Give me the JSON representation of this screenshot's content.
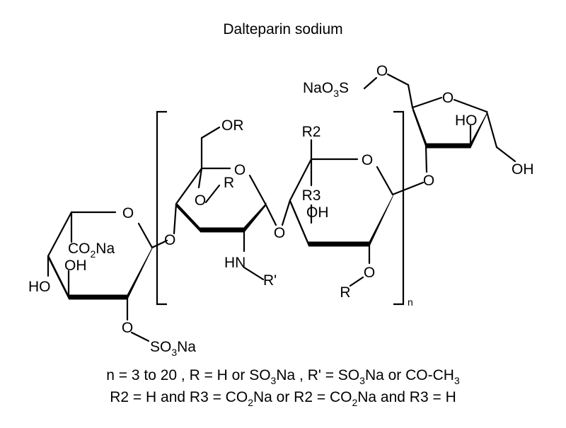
{
  "title": "Dalteparin sodium",
  "labels": {
    "ring1_o": "O",
    "ring1_co2na_a": "CO",
    "ring1_co2na_sub": "2",
    "ring1_co2na_b": "Na",
    "ring1_oh": "OH",
    "ring1_ho": "HO",
    "ring1_o_link": "O",
    "ring1_oso3_o": "O",
    "ring1_so3na_a": "SO",
    "ring1_so3na_sub": "3",
    "ring1_so3na_b": "Na",
    "ring2_or": "OR",
    "ring2_o": "O",
    "ring2_o_r": "O",
    "ring2_r": "R",
    "ring2_hn": "HN",
    "ring2_rprime": "R'",
    "ring2_o_link": "O",
    "ring3_r2": "R2",
    "ring3_o": "O",
    "ring3_r3": "R3",
    "ring3_oh": "OH",
    "ring3_o_bottom": "O",
    "ring3_r": "R",
    "repeat_n": "n",
    "ring3_o_link": "O",
    "ring4_naoso_a": "NaO",
    "ring4_naoso_sub": "3",
    "ring4_naoso_b": "S",
    "ring4_o_top": "O",
    "ring4_o": "O",
    "ring4_ho": "HO",
    "ring4_oh": "OH"
  },
  "footer": {
    "line1_a": "n = 3 to 20  ,  R = H or SO",
    "line1_sub1": "3",
    "line1_b": "Na ,  R' = SO",
    "line1_sub2": "3",
    "line1_c": "Na or CO-CH",
    "line1_sub3": "3",
    "line2_a": "R2 = H and R3 = CO",
    "line2_sub1": "2",
    "line2_b": "Na  or   R2 = CO",
    "line2_sub2": "2",
    "line2_c": "Na and R3 = H"
  }
}
